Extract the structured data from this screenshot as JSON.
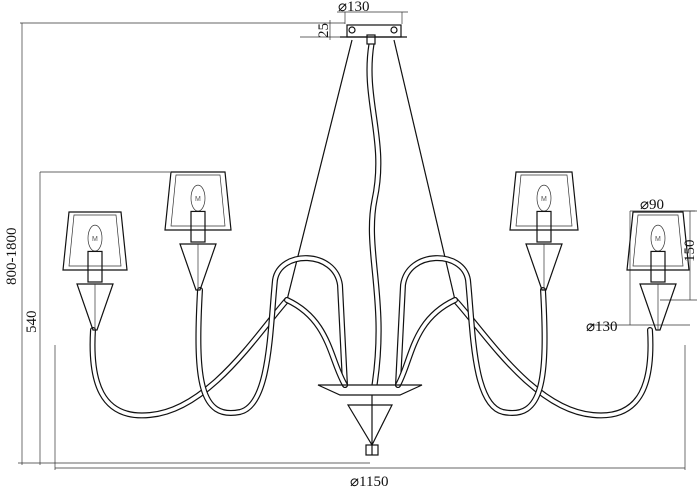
{
  "title": "Chandelier dimension drawing",
  "dimensions": {
    "canopy_diameter": "⌀130",
    "canopy_height": "25",
    "overall_height": "800-1800",
    "body_height": "540",
    "shade_top_diameter": "⌀90",
    "shade_height": "150",
    "shade_bottom_diameter": "⌀130",
    "overall_diameter": "⌀1150"
  },
  "bulb_mark": "M"
}
